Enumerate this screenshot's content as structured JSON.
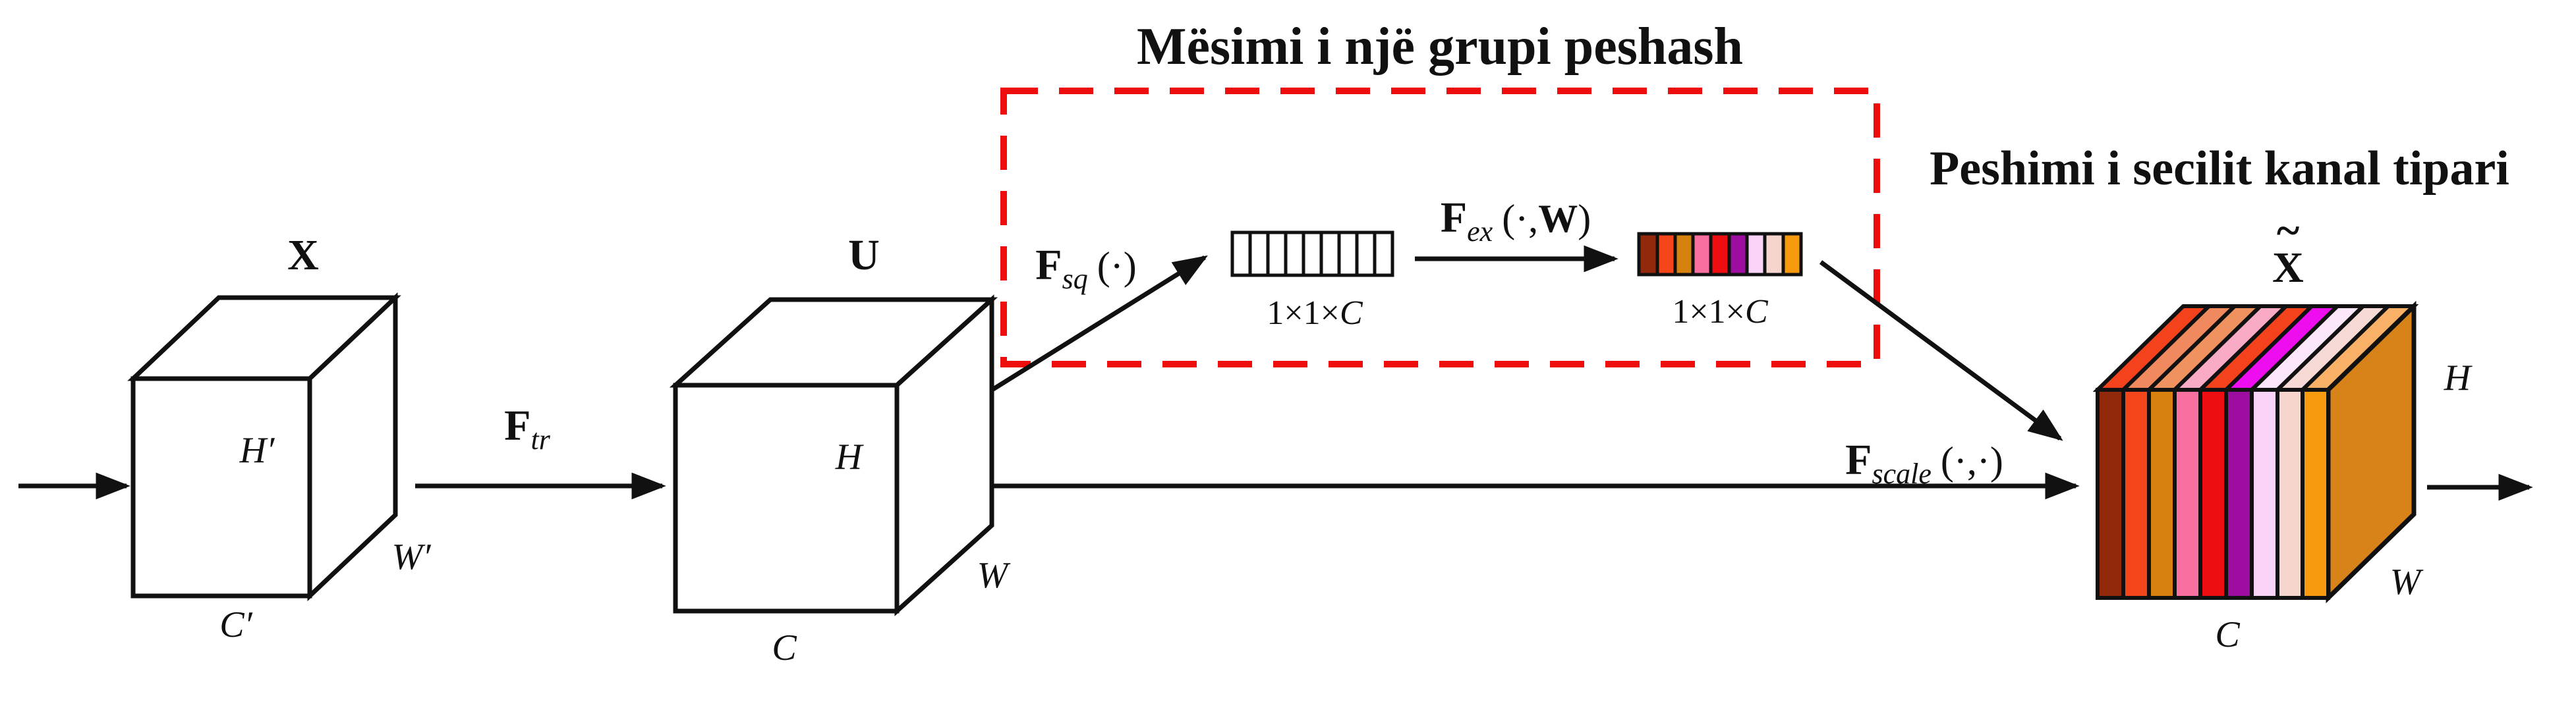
{
  "diagram": {
    "titles": {
      "group_learning": "Mësimi i një grupi peshash",
      "channel_weighting": "Peshimi i secilit kanal tipari"
    },
    "tensors": {
      "x": {
        "label": "X",
        "height": "H′",
        "width": "W′",
        "channels": "C′"
      },
      "u": {
        "label": "U",
        "height": "H",
        "width": "W",
        "channels": "C"
      },
      "x_tilde": {
        "tilde": "~",
        "label": "X",
        "height": "H",
        "width": "W",
        "channels": "C"
      }
    },
    "ops": {
      "transform": {
        "f": "F",
        "sub": "tr"
      },
      "squeeze": {
        "f": "F",
        "sub": "sq",
        "args": "(·)"
      },
      "excitation": {
        "f": "F",
        "sub": "ex",
        "args_pre": "(·,",
        "args_w": "W",
        "args_post": ")"
      },
      "scale": {
        "f": "F",
        "sub": "scale",
        "args": "(·,·)"
      }
    },
    "vectors": {
      "squeezed": {
        "dims_pre": "1×1×",
        "dims_c": "C",
        "cells": 9
      },
      "excited": {
        "dims_pre": "1×1×",
        "dims_c": "C",
        "cells": 9
      }
    },
    "colors": {
      "accent_red": "#EE0D0D",
      "ink": "#111111",
      "vector_cell": "#FFFFFF",
      "cube_side": "#D7831A",
      "channel_colors": [
        "#92290A",
        "#F5461B",
        "#D7820E",
        "#F8709F",
        "#EE0D11",
        "#9C0DA0",
        "#F9D4F8",
        "#F7D5CF",
        "#F79A10"
      ],
      "cube_top_colors": [
        "#F4431C",
        "#F08A5E",
        "#F0925F",
        "#F9AAC5",
        "#F4431C",
        "#EE0DEE",
        "#FBE6FA",
        "#F7DAD5",
        "#F8B166"
      ]
    }
  }
}
